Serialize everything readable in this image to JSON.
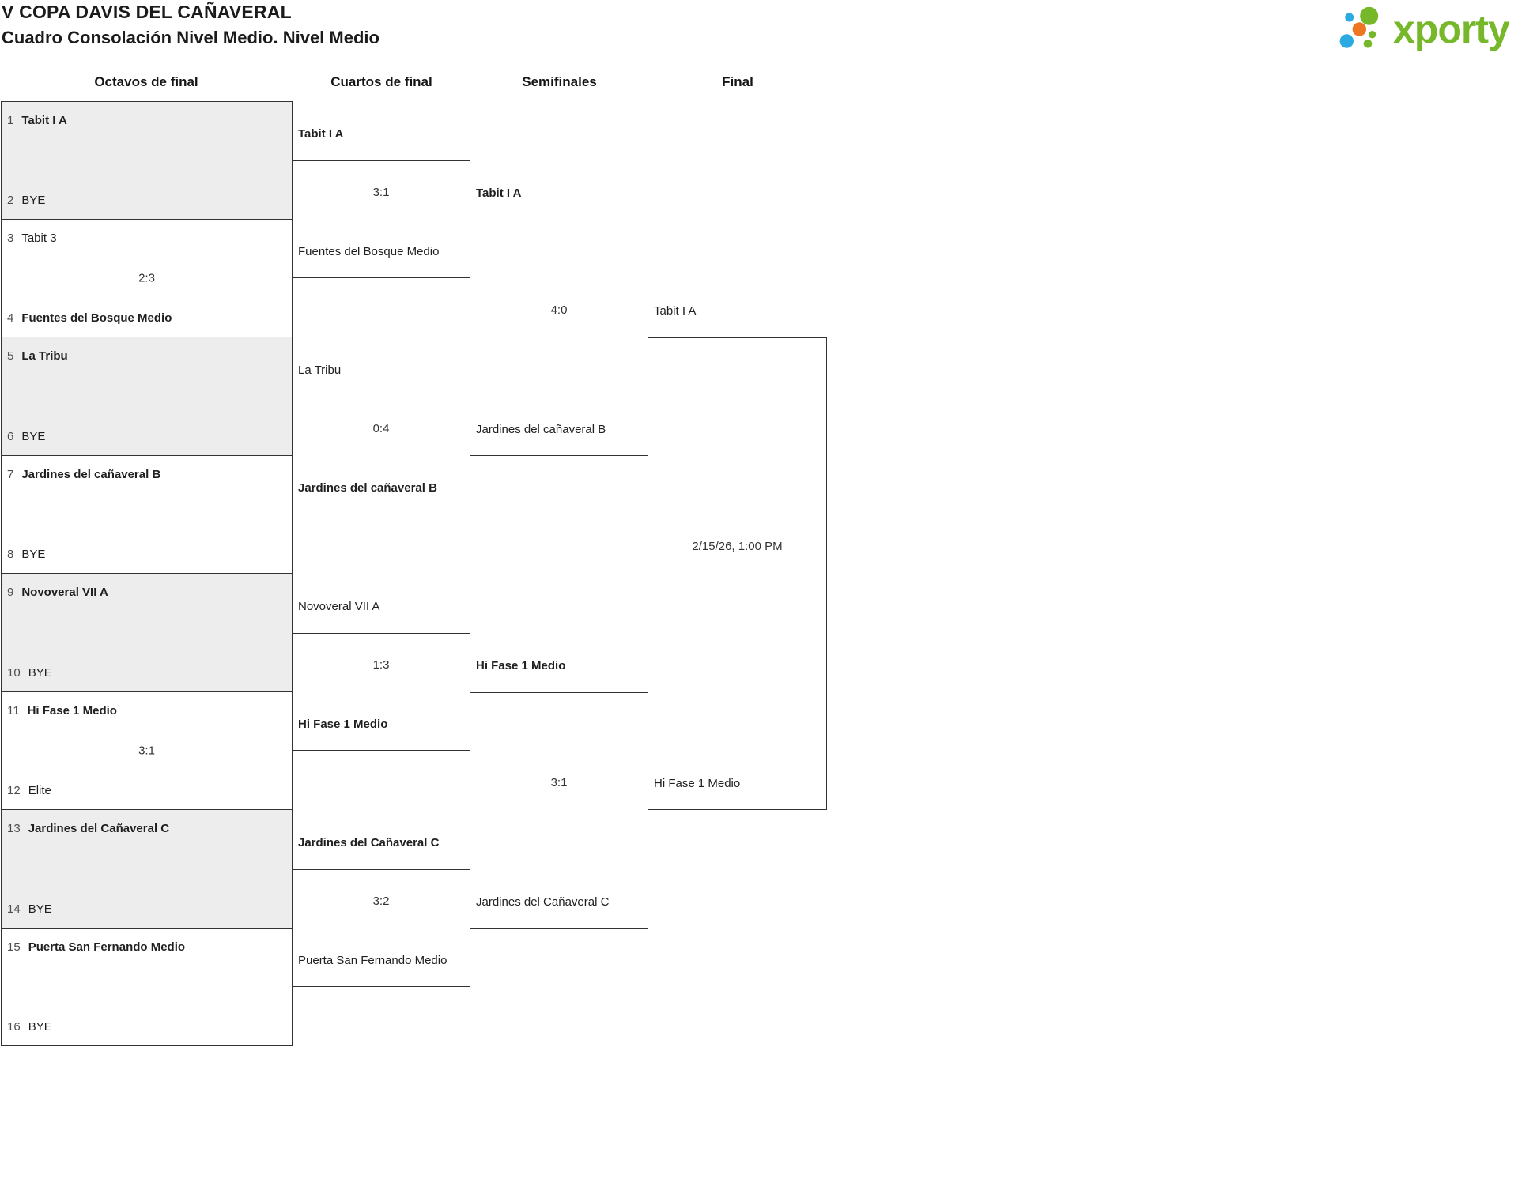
{
  "page": {
    "title": "V COPA DAVIS DEL CAÑAVERAL",
    "subtitle": "Cuadro Consolación Nivel Medio. Nivel Medio"
  },
  "logo": {
    "text": "xporty",
    "brand_green": "#76b82a",
    "brand_blue": "#2ba9e1",
    "brand_orange": "#ee7622"
  },
  "colors": {
    "box_border": "#333333",
    "box_gray_fill": "#ededee",
    "text_dark": "#202020",
    "seed_gray": "#4d4d4d"
  },
  "round_headers": [
    "Octavos de final",
    "Cuartos de final",
    "Semifinales",
    "Final"
  ],
  "octavos": [
    {
      "seed_a": "1",
      "team_a": "Tabit I A",
      "seed_b": "2",
      "team_b": "BYE",
      "score": null,
      "winner": "a"
    },
    {
      "seed_a": "3",
      "team_a": "Tabit 3",
      "seed_b": "4",
      "team_b": "Fuentes del Bosque Medio",
      "score": "2:3",
      "winner": "b"
    },
    {
      "seed_a": "5",
      "team_a": "La Tribu",
      "seed_b": "6",
      "team_b": "BYE",
      "score": null,
      "winner": "a"
    },
    {
      "seed_a": "7",
      "team_a": "Jardines del cañaveral B",
      "seed_b": "8",
      "team_b": "BYE",
      "score": null,
      "winner": "a"
    },
    {
      "seed_a": "9",
      "team_a": "Novoveral VII A",
      "seed_b": "10",
      "team_b": "BYE",
      "score": null,
      "winner": "a"
    },
    {
      "seed_a": "11",
      "team_a": "Hi Fase 1 Medio",
      "seed_b": "12",
      "team_b": "Elite",
      "score": "3:1",
      "winner": "a"
    },
    {
      "seed_a": "13",
      "team_a": "Jardines del Cañaveral C",
      "seed_b": "14",
      "team_b": "BYE",
      "score": null,
      "winner": "a"
    },
    {
      "seed_a": "15",
      "team_a": "Puerta San Fernando Medio",
      "seed_b": "16",
      "team_b": "BYE",
      "score": null,
      "winner": "a"
    }
  ],
  "cuartos": [
    {
      "team_a": "Tabit I A",
      "score": "3:1",
      "team_b": "Fuentes del Bosque Medio",
      "winner": "a"
    },
    {
      "team_a": "La Tribu",
      "score": "0:4",
      "team_b": "Jardines del cañaveral B",
      "winner": "b"
    },
    {
      "team_a": "Novoveral VII A",
      "score": "1:3",
      "team_b": "Hi Fase 1 Medio",
      "winner": "b"
    },
    {
      "team_a": "Jardines del Cañaveral C",
      "score": "3:2",
      "team_b": "Puerta San Fernando Medio",
      "winner": "a"
    }
  ],
  "semifinales": [
    {
      "team_a": "Tabit I A",
      "score": "4:0",
      "team_b": "Jardines del cañaveral B",
      "winner": "a"
    },
    {
      "team_a": "Hi Fase 1 Medio",
      "score": "3:1",
      "team_b": "Jardines del Cañaveral C",
      "winner": "a"
    }
  ],
  "final": {
    "team_a": "Tabit I A",
    "team_b": "Hi Fase 1 Medio",
    "scheduled": "2/15/26, 1:00 PM"
  }
}
